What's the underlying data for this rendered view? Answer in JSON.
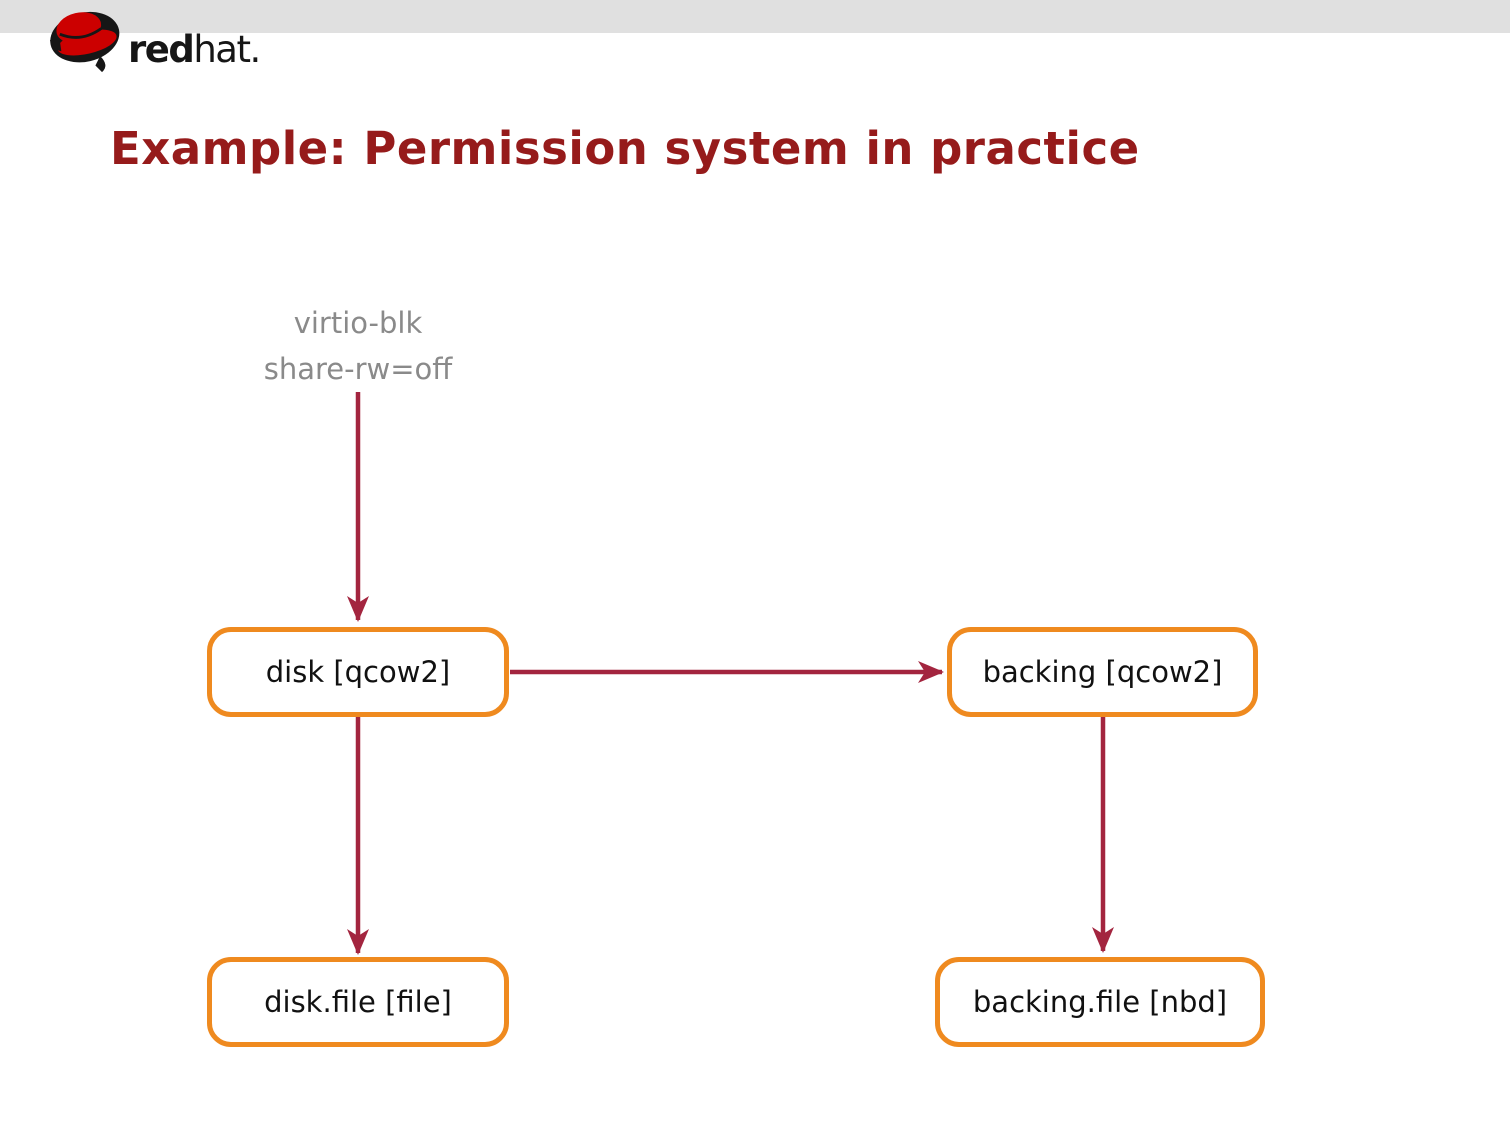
{
  "slide": {
    "logo": {
      "brand_bold": "red",
      "brand_rest": "hat."
    },
    "title": "Example: Permission system in practice"
  },
  "diagram": {
    "device_label": {
      "line1": "virtio-blk",
      "line2": "share-rw=off"
    },
    "nodes": {
      "disk": {
        "label": "disk [qcow2]"
      },
      "backing": {
        "label": "backing [qcow2]"
      },
      "disk_file": {
        "label": "disk.file [file]"
      },
      "backing_file": {
        "label": "backing.file [nbd]"
      }
    },
    "edges": [
      {
        "from": "virtio-blk share-rw=off",
        "to": "disk [qcow2]"
      },
      {
        "from": "disk [qcow2]",
        "to": "backing [qcow2]"
      },
      {
        "from": "disk [qcow2]",
        "to": "disk.file [file]"
      },
      {
        "from": "backing [qcow2]",
        "to": "backing.file [nbd]"
      }
    ],
    "colors": {
      "top_bar": "#e0e0e0",
      "title": "#961b1b",
      "device_label": "#8a8a8a",
      "node_border": "#ef8a1f",
      "node_text": "#111111",
      "edge": "#a3253f"
    }
  }
}
